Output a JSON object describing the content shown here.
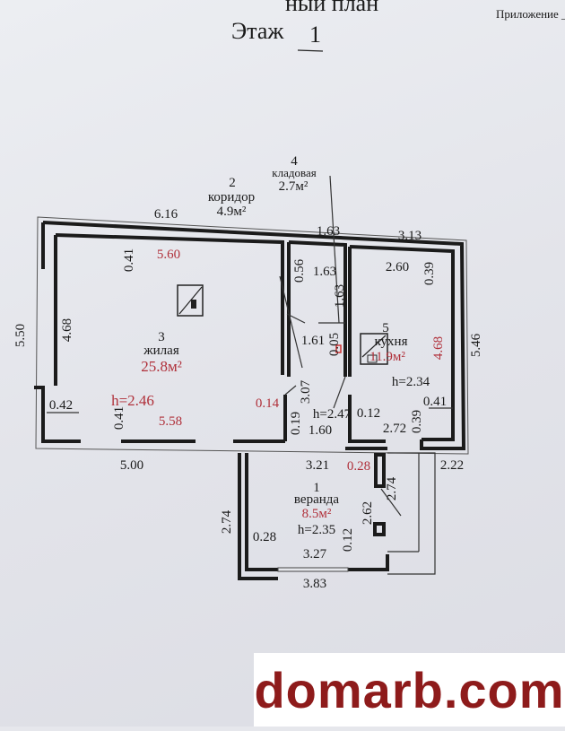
{
  "header": {
    "title_fragment": "ный план",
    "floor_label": "Этаж",
    "floor_number": "1",
    "appendix": "Приложение _"
  },
  "rooms": [
    {
      "number": "1",
      "name": "веранда",
      "area": "8.5м²",
      "height": "h=2.35"
    },
    {
      "number": "2",
      "name": "коридор",
      "area": "4.9м²",
      "height": "h=2.47"
    },
    {
      "number": "3",
      "name": "жилая",
      "area": "25.8м²",
      "height": "h=2.46"
    },
    {
      "number": "4",
      "name": "кладовая",
      "area": "2.7м²"
    },
    {
      "number": "5",
      "name": "кухня",
      "area": "11.9м²",
      "height": "h=2.34"
    }
  ],
  "dimensions": {
    "top_left": "6.16",
    "top_mid": "1.63",
    "top_right": "3.13",
    "room3_top_wall": "0.41",
    "room3_width_top": "5.60",
    "storage_wall": "0.56",
    "storage_width": "1.63",
    "storage_depth": "1.63",
    "kitchen_width_top": "2.60",
    "kitchen_top_wall": "0.39",
    "outer_left": "5.50",
    "room3_depth": "4.68",
    "corridor_width": "1.61",
    "corridor_gap": "0.05",
    "kitchen_depth": "4.68",
    "outer_right": "5.46",
    "corridor_length": "3.07",
    "kitchen_right_wall": "0.41",
    "room3_left_wall": "0.42",
    "room3_bottom_wall": "0.41",
    "room3_width_bottom": "5.58",
    "corridor_wall": "0.14",
    "corridor_sill": "0.12",
    "corridor_wall_b": "0.19",
    "corridor_bottom": "1.60",
    "kitchen_width_bottom": "2.72",
    "kitchen_bottom_wall": "0.39",
    "outer_bottom_left": "5.00",
    "veranda_width_top": "3.21",
    "veranda_wall": "0.28",
    "porch_width": "2.22",
    "porch_length": "2.74",
    "veranda_inner_depth": "2.62",
    "veranda_outer_depth": "2.74",
    "veranda_left_wall": "0.28",
    "veranda_sill": "0.12",
    "veranda_width_inner": "3.27",
    "veranda_width_outer": "3.83"
  },
  "watermark": "domarb.com"
}
